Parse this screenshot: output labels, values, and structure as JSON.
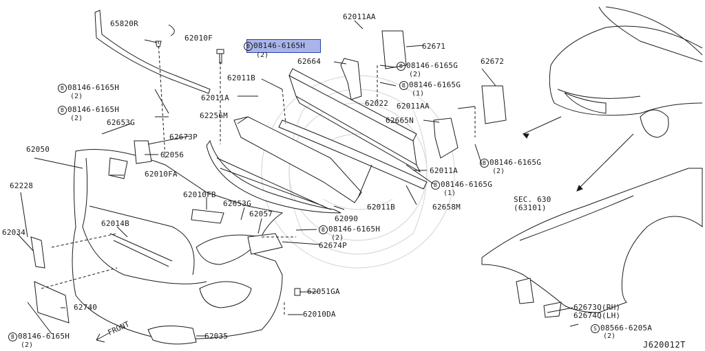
{
  "diagram_id": "J620012T",
  "front_label": "FRONT",
  "highlighted_part": "08146-6165H",
  "colors": {
    "line": "#1a1a1a",
    "highlight": "#a9b5ea",
    "highlight_border": "#2840a8",
    "watermark": "#d9d9d9"
  },
  "labels": {
    "p65820R": "65820R",
    "p62010F": "62010F",
    "hl_part": "08146-6165H",
    "hl_qty": "(2)",
    "p62011AA_top": "62011AA",
    "p62671": "62671",
    "p62664": "62664",
    "p08146G_a": "08146-6165G",
    "p08146G_a_qty": "(2)",
    "p62672": "62672",
    "p62011B_top": "62011B",
    "p08146G_b": "08146-6165G",
    "p08146G_b_qty": "(1)",
    "p62011A_top": "62011A",
    "p08146H_a": "08146-6165H",
    "p08146H_a_qty": "(2)",
    "p62022": "62022",
    "p62011AA_mid": "62011AA",
    "p08146H_b": "08146-6165H",
    "p08146H_b_qty": "(2)",
    "p62256M": "62256M",
    "p62665N": "62665N",
    "p62653G_top": "62653G",
    "p62673P": "62673P",
    "p62050": "62050",
    "p62056": "62056",
    "p08146G_c": "08146-6165G",
    "p08146G_c_qty": "(2)",
    "p62011A_mid": "62011A",
    "p62228": "62228",
    "p62010FA": "62010FA",
    "p08146G_d": "08146-6165G",
    "p08146G_d_qty": "(1)",
    "p62010FB": "62010FB",
    "p62653G_mid": "62653G",
    "p62011B_mid": "62011B",
    "p62658M": "62658M",
    "p62090": "62090",
    "p62057": "62057",
    "p08146H_c": "08146-6165H",
    "p08146H_c_qty": "(2)",
    "p62034": "62034",
    "p62014B": "62014B",
    "p62674P": "62674P",
    "sec630": "SEC. 630",
    "sec63101": "(63101)",
    "p62051GA": "62051GA",
    "p62740": "62740",
    "p62010DA": "62010DA",
    "p62673Q": "62673Q(RH)",
    "p62674Q": "62674Q(LH)",
    "p08566": "08566-6205A",
    "p08566_qty": "(2)",
    "p08146H_d": "08146-6165H",
    "p08146H_d_qty": "(2)",
    "p62035": "62035"
  },
  "bolt_symbol": "B",
  "screw_symbol": "S"
}
